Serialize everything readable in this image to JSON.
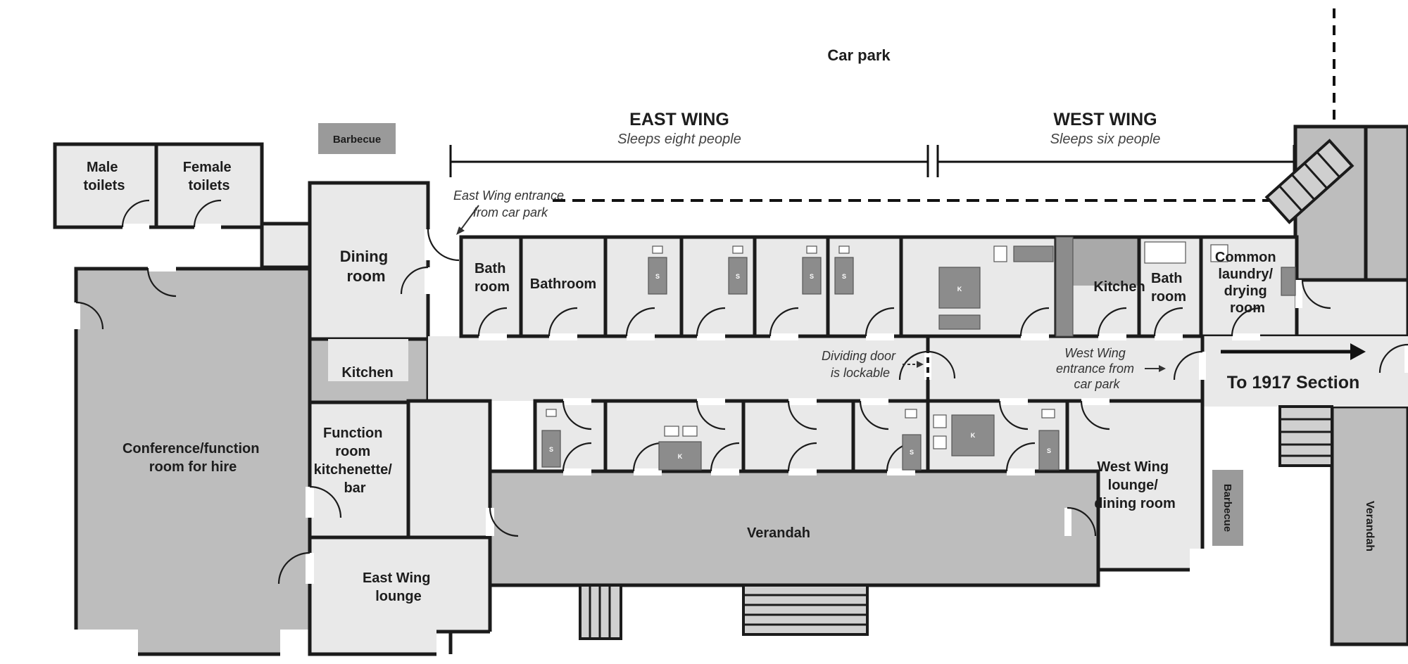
{
  "floor_plan": {
    "car_park": "Car park",
    "east_wing": {
      "title": "EAST WING",
      "subtitle": "Sleeps eight people"
    },
    "west_wing": {
      "title": "WEST WING",
      "subtitle": "Sleeps six people"
    },
    "annotations": {
      "east_entrance": [
        "East Wing entrance",
        "from car park"
      ],
      "dividing_door": [
        "Dividing door",
        "is lockable"
      ],
      "west_entrance": [
        "West Wing",
        "entrance from",
        "car park"
      ],
      "to_1917": "To 1917 Section"
    },
    "rooms": {
      "male_toilets": [
        "Male",
        "toilets"
      ],
      "female_toilets": [
        "Female",
        "toilets"
      ],
      "barbecue_top": "Barbecue",
      "dining_room": [
        "Dining",
        "room"
      ],
      "kitchen_small": "Kitchen",
      "bath_room_east": [
        "Bath",
        "room"
      ],
      "bathroom": "Bathroom",
      "kitchen_west": "Kitchen",
      "bath_room_west": [
        "Bath",
        "room"
      ],
      "common_laundry": [
        "Common",
        "laundry/",
        "drying",
        "room"
      ],
      "conference": [
        "Conference/function",
        "room for hire"
      ],
      "function_kitchenette": [
        "Function",
        "room",
        "kitchenette/",
        "bar"
      ],
      "east_lounge": [
        "East Wing",
        "lounge"
      ],
      "verandah_main": "Verandah",
      "west_lounge": [
        "West Wing",
        "lounge/",
        "dining room"
      ],
      "barbecue_side": "Barbecue",
      "verandah_side": "Verandah"
    },
    "fixtures": {
      "single_bed": "S",
      "king_bed": "K"
    }
  }
}
